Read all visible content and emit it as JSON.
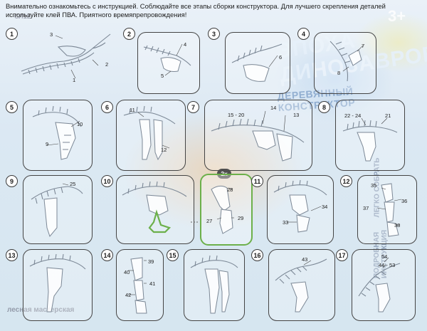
{
  "instructions": {
    "text": "Внимательно ознакомьтесь с инструкцией. Соблюдайте все этапы сборки конструктора. Для лучшего скрепления деталей используйте клей ПВА. Приятного времяпрепровождения!"
  },
  "background": {
    "title": "ЭПОХА ДИНОЗАВРОВ",
    "subtitle": "ДЕРЕВЯННЫЙ КОНСТРУКТОР",
    "age": "3+",
    "tag1": "ЛЕГКО СОБРАТЬ",
    "tag2": "ПОДРОБНАЯ ИНСТРУКЦИЯ",
    "brand": "лесная мастерская",
    "brand2": "СЛ1Е"
  },
  "steps": [
    {
      "number": "1",
      "parts": [
        "3",
        "2",
        "1"
      ]
    },
    {
      "number": "2",
      "parts": [
        "4",
        "5"
      ]
    },
    {
      "number": "3",
      "parts": [
        "6"
      ]
    },
    {
      "number": "4",
      "parts": [
        "7",
        "8"
      ]
    },
    {
      "number": "5",
      "parts": [
        "10",
        "9"
      ]
    },
    {
      "number": "6",
      "parts": [
        "11",
        "12"
      ]
    },
    {
      "number": "7",
      "parts": [
        "14",
        "15 - 20",
        "13"
      ]
    },
    {
      "number": "8",
      "parts": [
        "22 - 24",
        "21"
      ]
    },
    {
      "number": "9",
      "parts": [
        "25"
      ]
    },
    {
      "number": "10",
      "parts": []
    },
    {
      "number": "",
      "multiplier": "2x",
      "parts": [
        "28",
        "27",
        "29"
      ]
    },
    {
      "number": "11",
      "parts": [
        "34",
        "33"
      ]
    },
    {
      "number": "12",
      "parts": [
        "35",
        "37",
        "36",
        "38"
      ]
    },
    {
      "number": "13",
      "parts": []
    },
    {
      "number": "14",
      "parts": [
        "39",
        "40",
        "41",
        "42"
      ]
    },
    {
      "number": "15",
      "parts": []
    },
    {
      "number": "16",
      "parts": [
        "43"
      ]
    },
    {
      "number": "17",
      "parts": [
        "54",
        "44 - 53"
      ]
    }
  ]
}
